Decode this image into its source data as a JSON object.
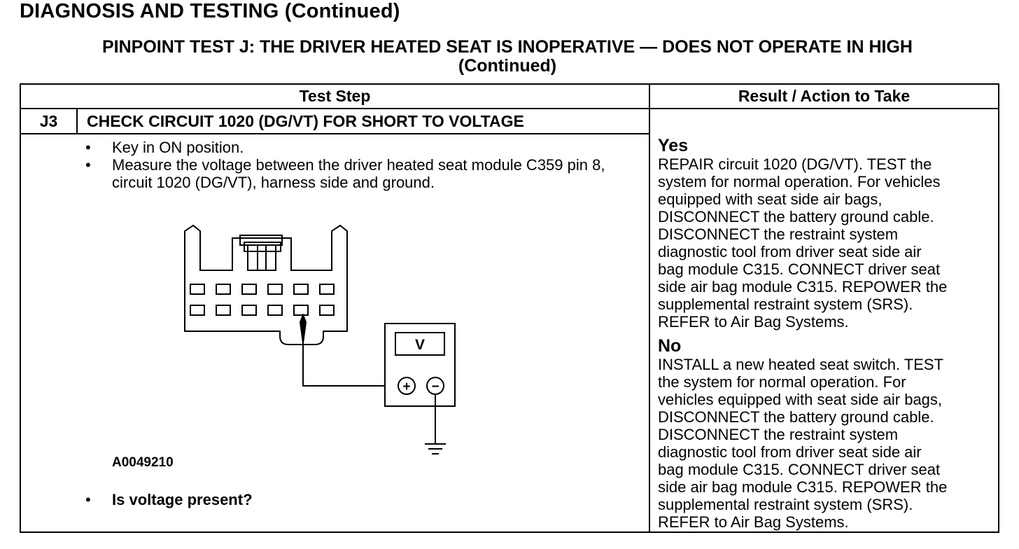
{
  "page": {
    "heading": "DIAGNOSIS AND TESTING (Continued)",
    "subtitle_line1": "PINPOINT TEST  J: THE DRIVER HEATED SEAT IS INOPERATIVE — DOES NOT OPERATE IN HIGH",
    "subtitle_line2": "(Continued)"
  },
  "table": {
    "header_test_step": "Test Step",
    "header_result": "Result / Action to Take",
    "step_id": "J3",
    "step_title": "CHECK CIRCUIT 1020 (DG/VT) FOR SHORT TO VOLTAGE",
    "bullet_char": "•",
    "bullets": [
      "Key in ON position.",
      "Measure the voltage between the driver heated seat module C359 pin 8, circuit 1020 (DG/VT), harness side and ground."
    ],
    "figure_id": "A0049210",
    "question": "Is voltage present?"
  },
  "diagram": {
    "meter_symbol": "V",
    "plus_symbol": "+",
    "minus_symbol": "−"
  },
  "results": {
    "yes_label": "Yes",
    "yes_text": "REPAIR circuit 1020 (DG/VT). TEST the\nsystem for normal operation. For vehicles\nequipped with seat side air bags,\nDISCONNECT the battery ground cable.\nDISCONNECT the restraint system\ndiagnostic tool from driver seat side air\nbag module C315.  CONNECT driver seat\nside air bag module C315. REPOWER the\nsupplemental restraint system (SRS).\nREFER to Air Bag Systems.",
    "no_label": "No",
    "no_text": "INSTALL a new heated seat switch. TEST\nthe system for normal operation. For\nvehicles equipped with seat side air bags,\nDISCONNECT the battery ground cable.\nDISCONNECT the restraint system\ndiagnostic tool from driver seat side air\nbag module  C315. CONNECT driver seat\nside air bag module C315. REPOWER the\nsupplemental restraint system (SRS).\nREFER to Air Bag Systems."
  }
}
